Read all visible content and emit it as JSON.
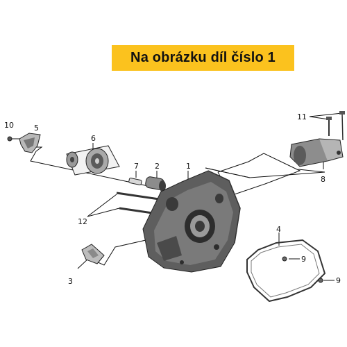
{
  "banner": {
    "text": "Na obrázku díl číslo 1",
    "color": "#fbc21e"
  },
  "labels": {
    "p1": "1",
    "p2": "2",
    "p3": "3",
    "p4": "4",
    "p5": "5",
    "p6": "6",
    "p7": "7",
    "p8": "8",
    "p9a": "9",
    "p9b": "9",
    "p10": "10",
    "p11": "11",
    "p12": "12"
  }
}
